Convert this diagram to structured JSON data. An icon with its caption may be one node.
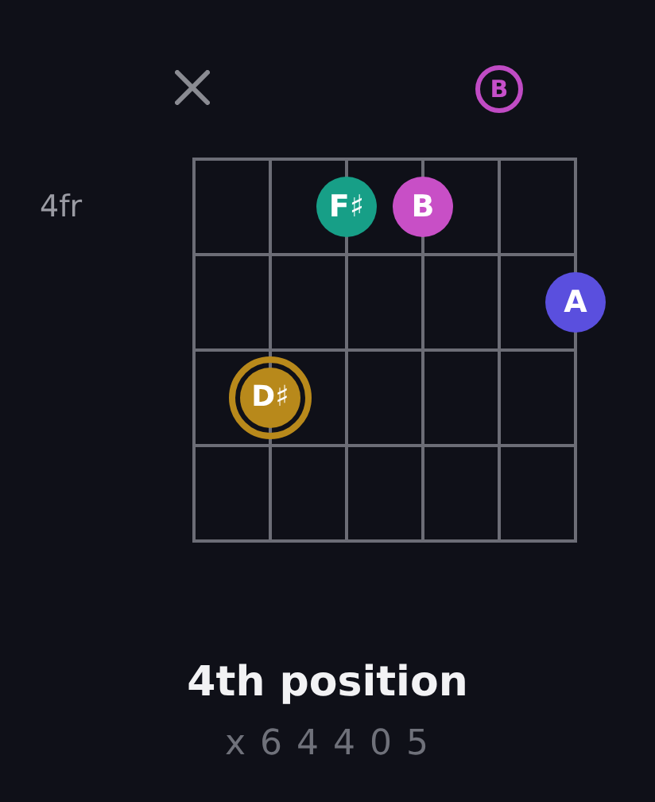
{
  "diagram": {
    "title": "4th position",
    "nodes": [
      {
        "text": [
          "B"
        ]
      },
      {
        "text": [
          "F♯"
        ]
      },
      {
        "text": [
          "B"
        ]
      },
      {
        "text": [
          "A"
        ]
      },
      {
        "text": [
          "D♯"
        ]
      }
    ],
    "labels": [
      "4fr",
      "x 6 4 4 0 5"
    ]
  }
}
